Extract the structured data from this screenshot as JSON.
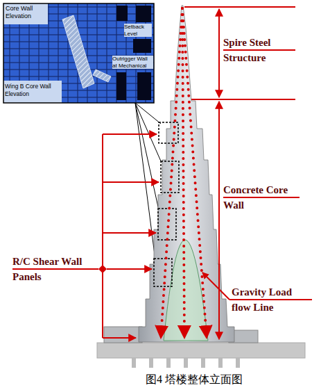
{
  "diagram": {
    "caption": "图4 塔楼整体立面图",
    "labels": [
      "Core Wall Elevation",
      "Setback Level",
      "Outrigger Wall at Mechanical",
      "Wing B Core Wall Elevation",
      "Spire Steel Structure",
      "Concrete Core Wall",
      "R/C Shear Wall Panels",
      "Gravity Load flow Line"
    ]
  }
}
